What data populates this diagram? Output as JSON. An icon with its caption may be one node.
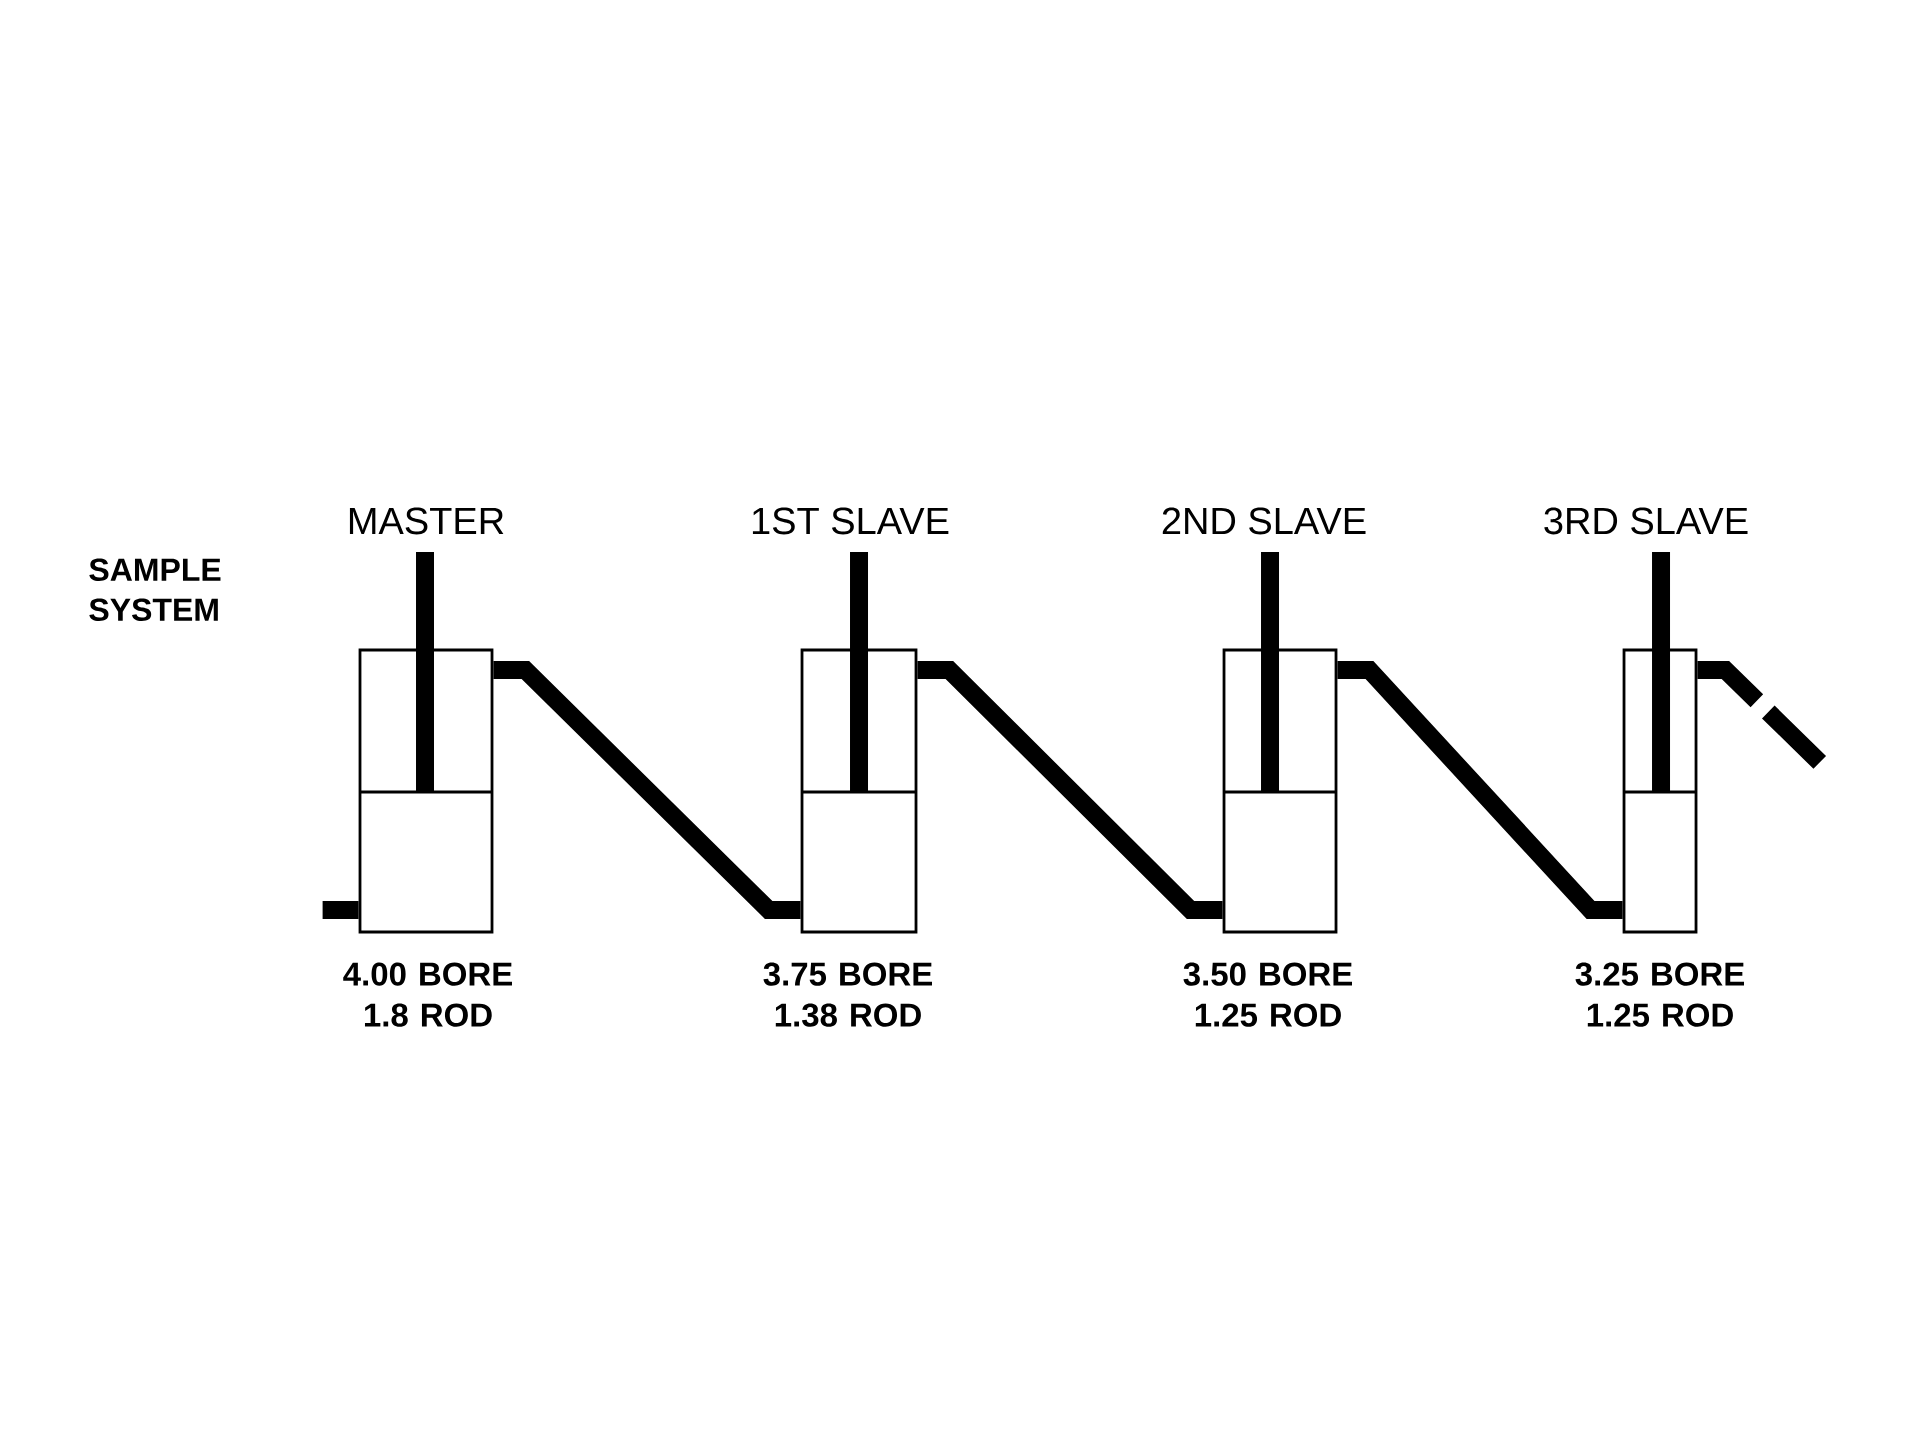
{
  "diagram": {
    "nodes": [
      {
        "text": [
          "MASTER"
        ],
        "beside": [
          "4.00 BORE 1.8 ROD"
        ]
      },
      {
        "text": [
          "1ST SLAVE"
        ],
        "beside": [
          "3.75 BORE 1.38 ROD"
        ]
      },
      {
        "text": [
          "2ND SLAVE"
        ],
        "beside": [
          "3.50 BORE 1.25 ROD"
        ]
      },
      {
        "text": [
          "3RD SLAVE"
        ],
        "beside": [
          "3.25 BORE 1.25 ROD"
        ]
      }
    ],
    "edges": [
      {
        "from": null,
        "to": 0,
        "arrow": "none"
      },
      {
        "from": 0,
        "to": 1,
        "arrow": "none"
      },
      {
        "from": 1,
        "to": 2,
        "arrow": "none"
      },
      {
        "from": 2,
        "to": 3,
        "arrow": "none"
      },
      {
        "from": 3,
        "to": null,
        "arrow": "none",
        "style": "dashed"
      }
    ],
    "labels": [
      "SAMPLE SYSTEM"
    ]
  }
}
